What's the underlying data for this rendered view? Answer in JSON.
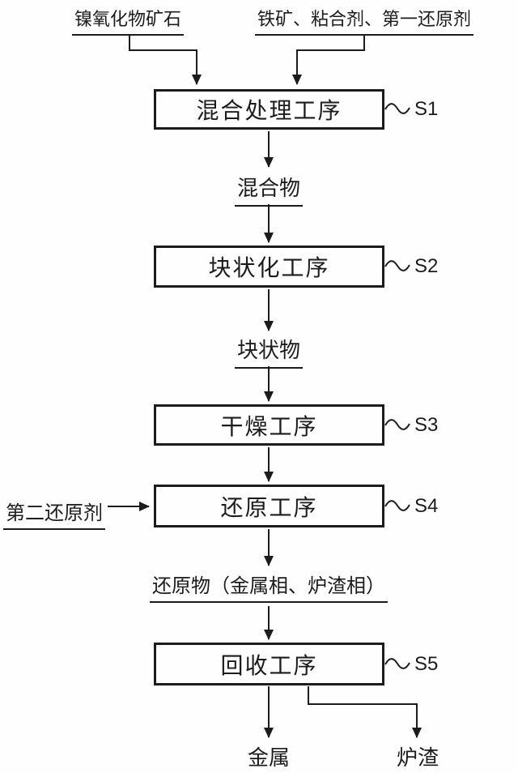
{
  "inputs": {
    "nickel_ore": "镍氧化物矿石",
    "iron_binder_first_reducer": "铁矿、粘合剂、第一还原剂",
    "second_reducer": "第二还原剂"
  },
  "steps": [
    {
      "label": "混合处理工序",
      "tag": "S1"
    },
    {
      "label": "块状化工序",
      "tag": "S2"
    },
    {
      "label": "干燥工序",
      "tag": "S3"
    },
    {
      "label": "还原工序",
      "tag": "S4"
    },
    {
      "label": "回收工序",
      "tag": "S5"
    }
  ],
  "intermediates": {
    "mixture": "混合物",
    "lumps": "块状物",
    "reduced_product": "还原物（金属相、炉渣相）"
  },
  "outputs": {
    "metal": "金属",
    "slag": "炉渣"
  },
  "colors": {
    "line": "#1c1c1c",
    "background": "#fefefe",
    "text": "#1c1c1c"
  }
}
